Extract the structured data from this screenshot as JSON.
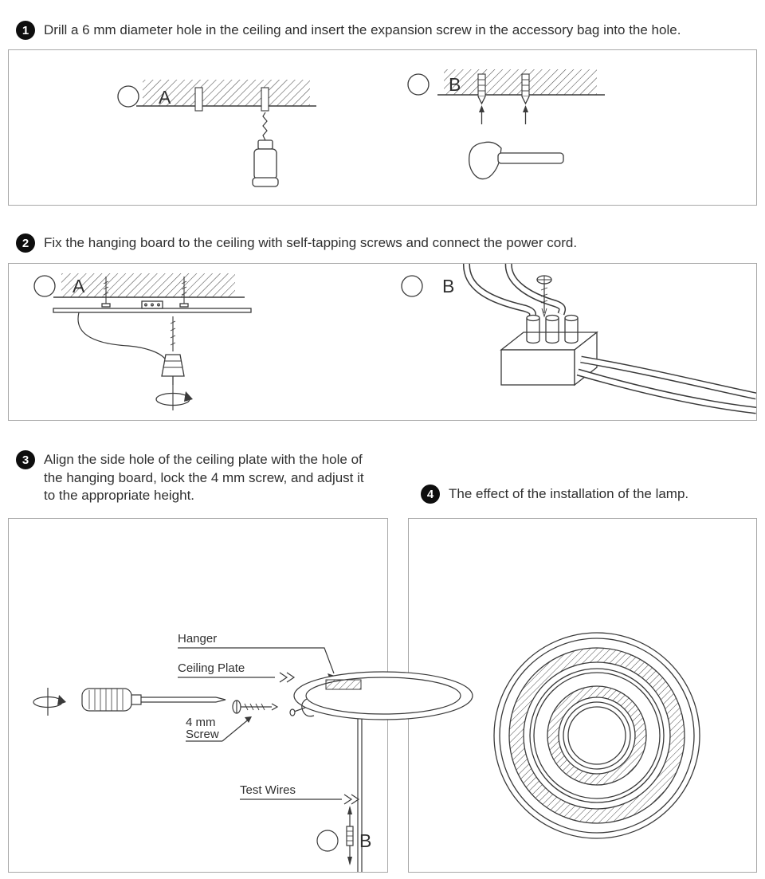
{
  "page": {
    "background": "#ffffff",
    "line_color": "#3a3a3a",
    "border_color": "#a8a8a8",
    "badge_color": "#0e0e0e"
  },
  "steps": [
    {
      "number": "1",
      "text": "Drill a 6 mm diameter hole in the ceiling and insert the expansion screw in the accessory bag into the hole."
    },
    {
      "number": "2",
      "text": "Fix the hanging board to the ceiling with self-tapping screws and connect the power cord."
    },
    {
      "number": "3",
      "text": "Align the side hole of the ceiling plate with the hole of the hanging board, lock the 4 mm screw, and adjust it to the appropriate height."
    },
    {
      "number": "4",
      "text": "The effect of the installation of the lamp."
    }
  ],
  "panel1": {
    "label_a": "A",
    "label_b": "B"
  },
  "panel2": {
    "label_a": "A",
    "label_b": "B"
  },
  "panel3": {
    "hanger_label": "Hanger",
    "ceiling_plate_label": "Ceiling Plate",
    "screw_size_label": "4 mm",
    "screw_word_label": "Screw",
    "test_wires_label": "Test Wires",
    "label_b": "B"
  },
  "icons": {
    "step1": [
      "ceiling-section",
      "drill",
      "expansion-anchor",
      "hammer"
    ],
    "step2": [
      "ceiling-section",
      "hanging-board",
      "self-tapping-screw",
      "rotation-arrow",
      "power-cord",
      "terminal-block",
      "screw"
    ],
    "step3": [
      "rotation-arrow",
      "screwdriver",
      "screw",
      "ceiling-plate",
      "hanger-bracket",
      "hanging-rod",
      "adjustment-pin"
    ],
    "step4": [
      "lamp-top-view"
    ]
  }
}
